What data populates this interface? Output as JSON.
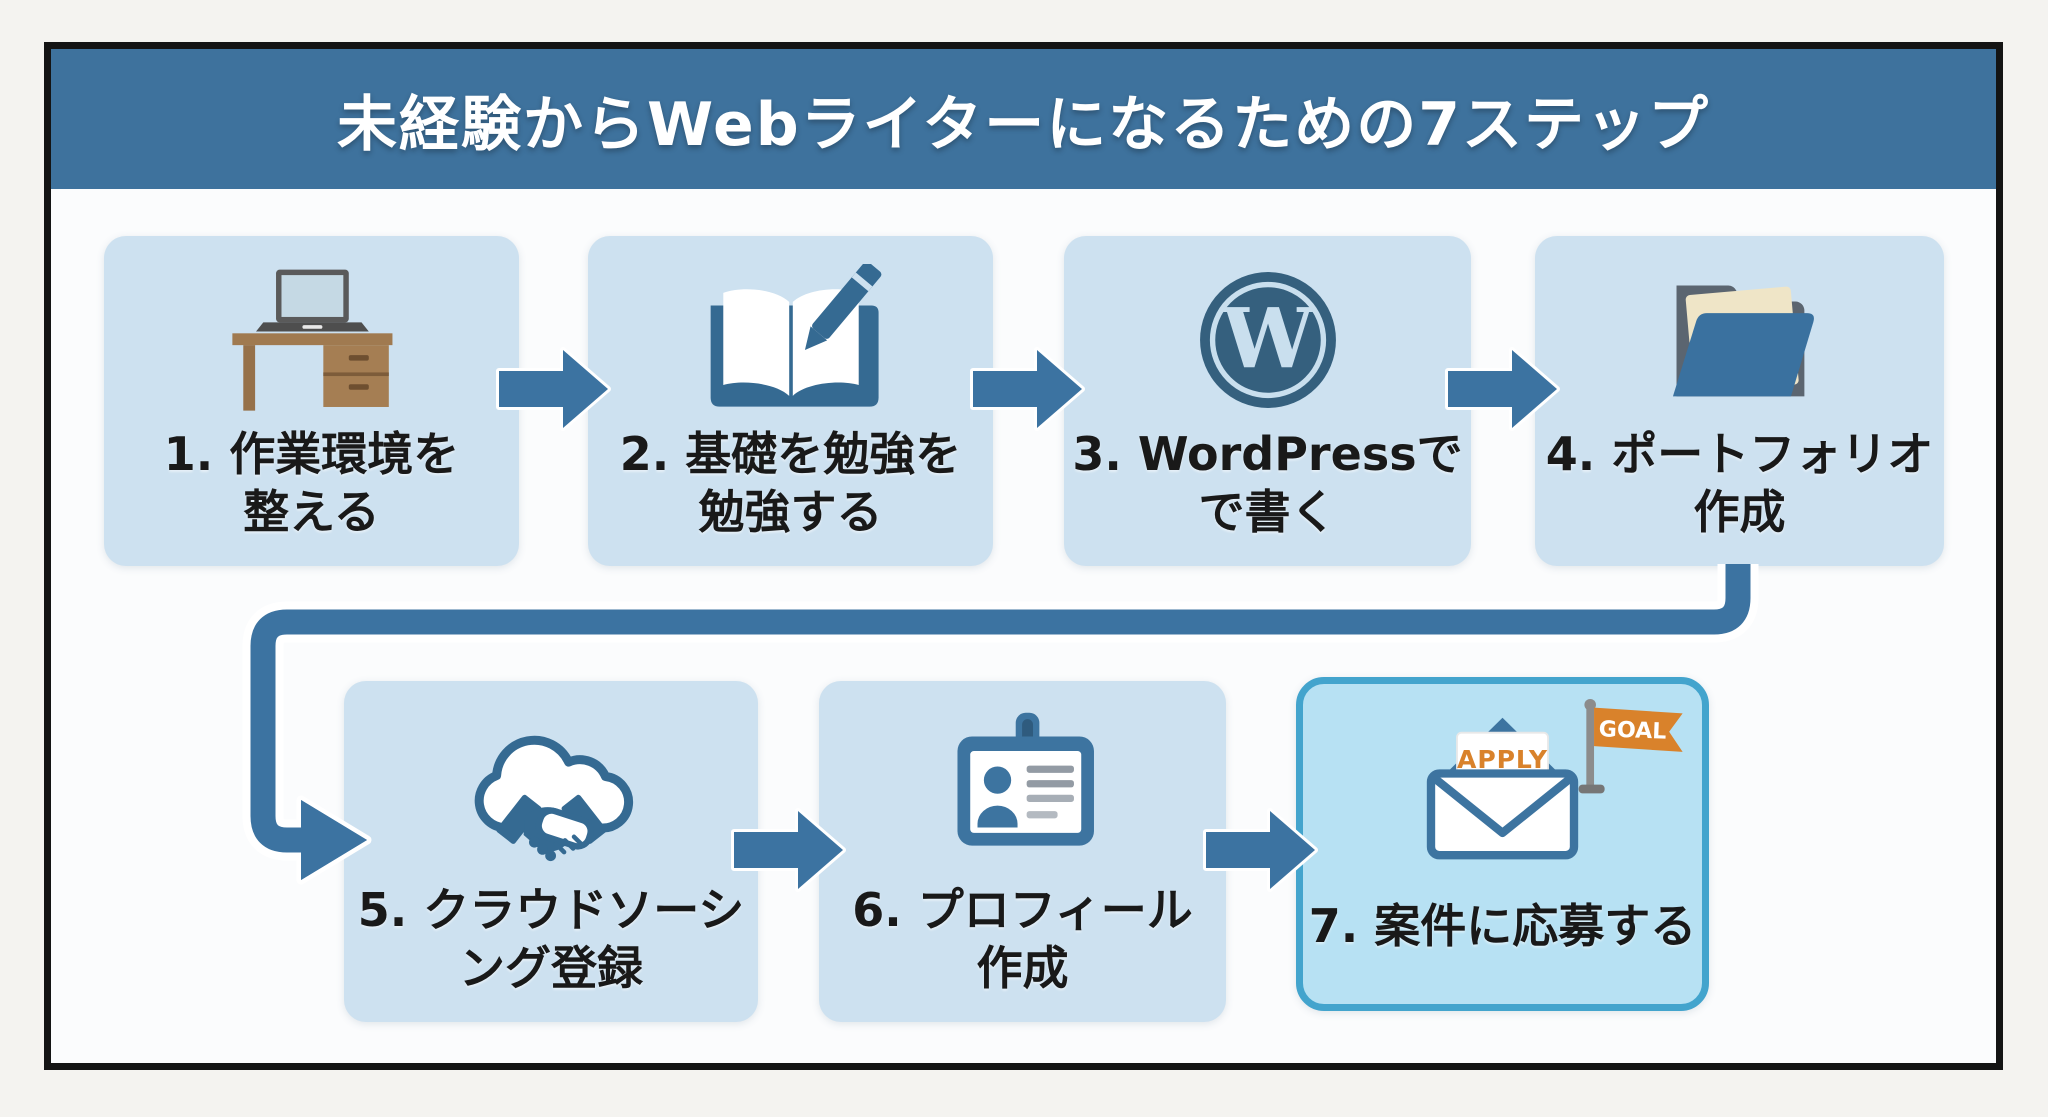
{
  "title": "未経験からWebライターになるための7ステップ",
  "steps": [
    {
      "label_line1": "1. 作業環境を",
      "label_line2": "整える",
      "icon": "desk-laptop-icon"
    },
    {
      "label_line1": "2. 基礎を勉強を",
      "label_line2": "勉強する",
      "icon": "book-pencil-icon"
    },
    {
      "label_line1": "3. WordPressで",
      "label_line2": "で書く",
      "icon": "wordpress-logo-icon"
    },
    {
      "label_line1": "4. ポートフォリオ",
      "label_line2": "作成",
      "icon": "portfolio-folder-icon"
    },
    {
      "label_line1": "5. クラウドソーシ",
      "label_line2": "ング登録",
      "icon": "cloud-handshake-icon"
    },
    {
      "label_line1": "6. プロフィール",
      "label_line2": "作成",
      "icon": "id-badge-icon"
    },
    {
      "label_line1": "7. 案件に応募する",
      "label_line2": "",
      "icon": "apply-envelope-icon"
    }
  ],
  "wordpress": {
    "letter": "W"
  },
  "badges": {
    "apply": "APPLY",
    "goal": "GOAL"
  },
  "colors": {
    "header_blue": "#3e729d",
    "box_fill": "#cde1f0",
    "highlight_fill": "#b7e1f3",
    "highlight_border": "#43a4cd",
    "arrow_blue": "#3c73a1",
    "icon_blue": "#356a92",
    "accent_orange": "#d9822b",
    "frame_border": "#141414",
    "text_color": "#191919"
  }
}
